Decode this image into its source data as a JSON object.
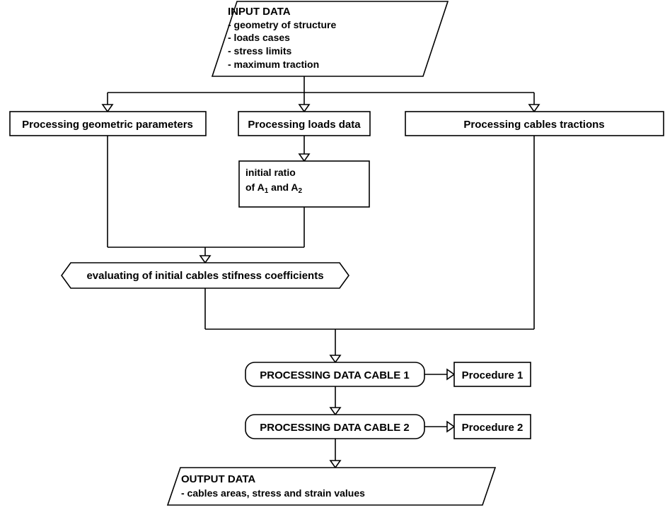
{
  "input": {
    "title": "INPUT DATA",
    "items": [
      "- geometry of structure",
      "- loads cases",
      "- stress limits",
      "- maximum traction"
    ]
  },
  "processing": {
    "geometric": "Processing geometric parameters",
    "loads": "Processing loads data",
    "tractions": "Processing cables tractions"
  },
  "ratio": {
    "line1": "initial ratio",
    "line2_prefix": "of A",
    "sub1": "1",
    "and": " and A",
    "sub2": "2"
  },
  "evaluating": "evaluating of initial cables stifness coefficients",
  "cable1": {
    "label": "PROCESSING DATA CABLE 1",
    "procedure": "Procedure 1"
  },
  "cable2": {
    "label": "PROCESSING DATA CABLE 2",
    "procedure": "Procedure 2"
  },
  "output": {
    "title": "OUTPUT DATA",
    "items": [
      "- cables areas, stress and strain values"
    ]
  }
}
